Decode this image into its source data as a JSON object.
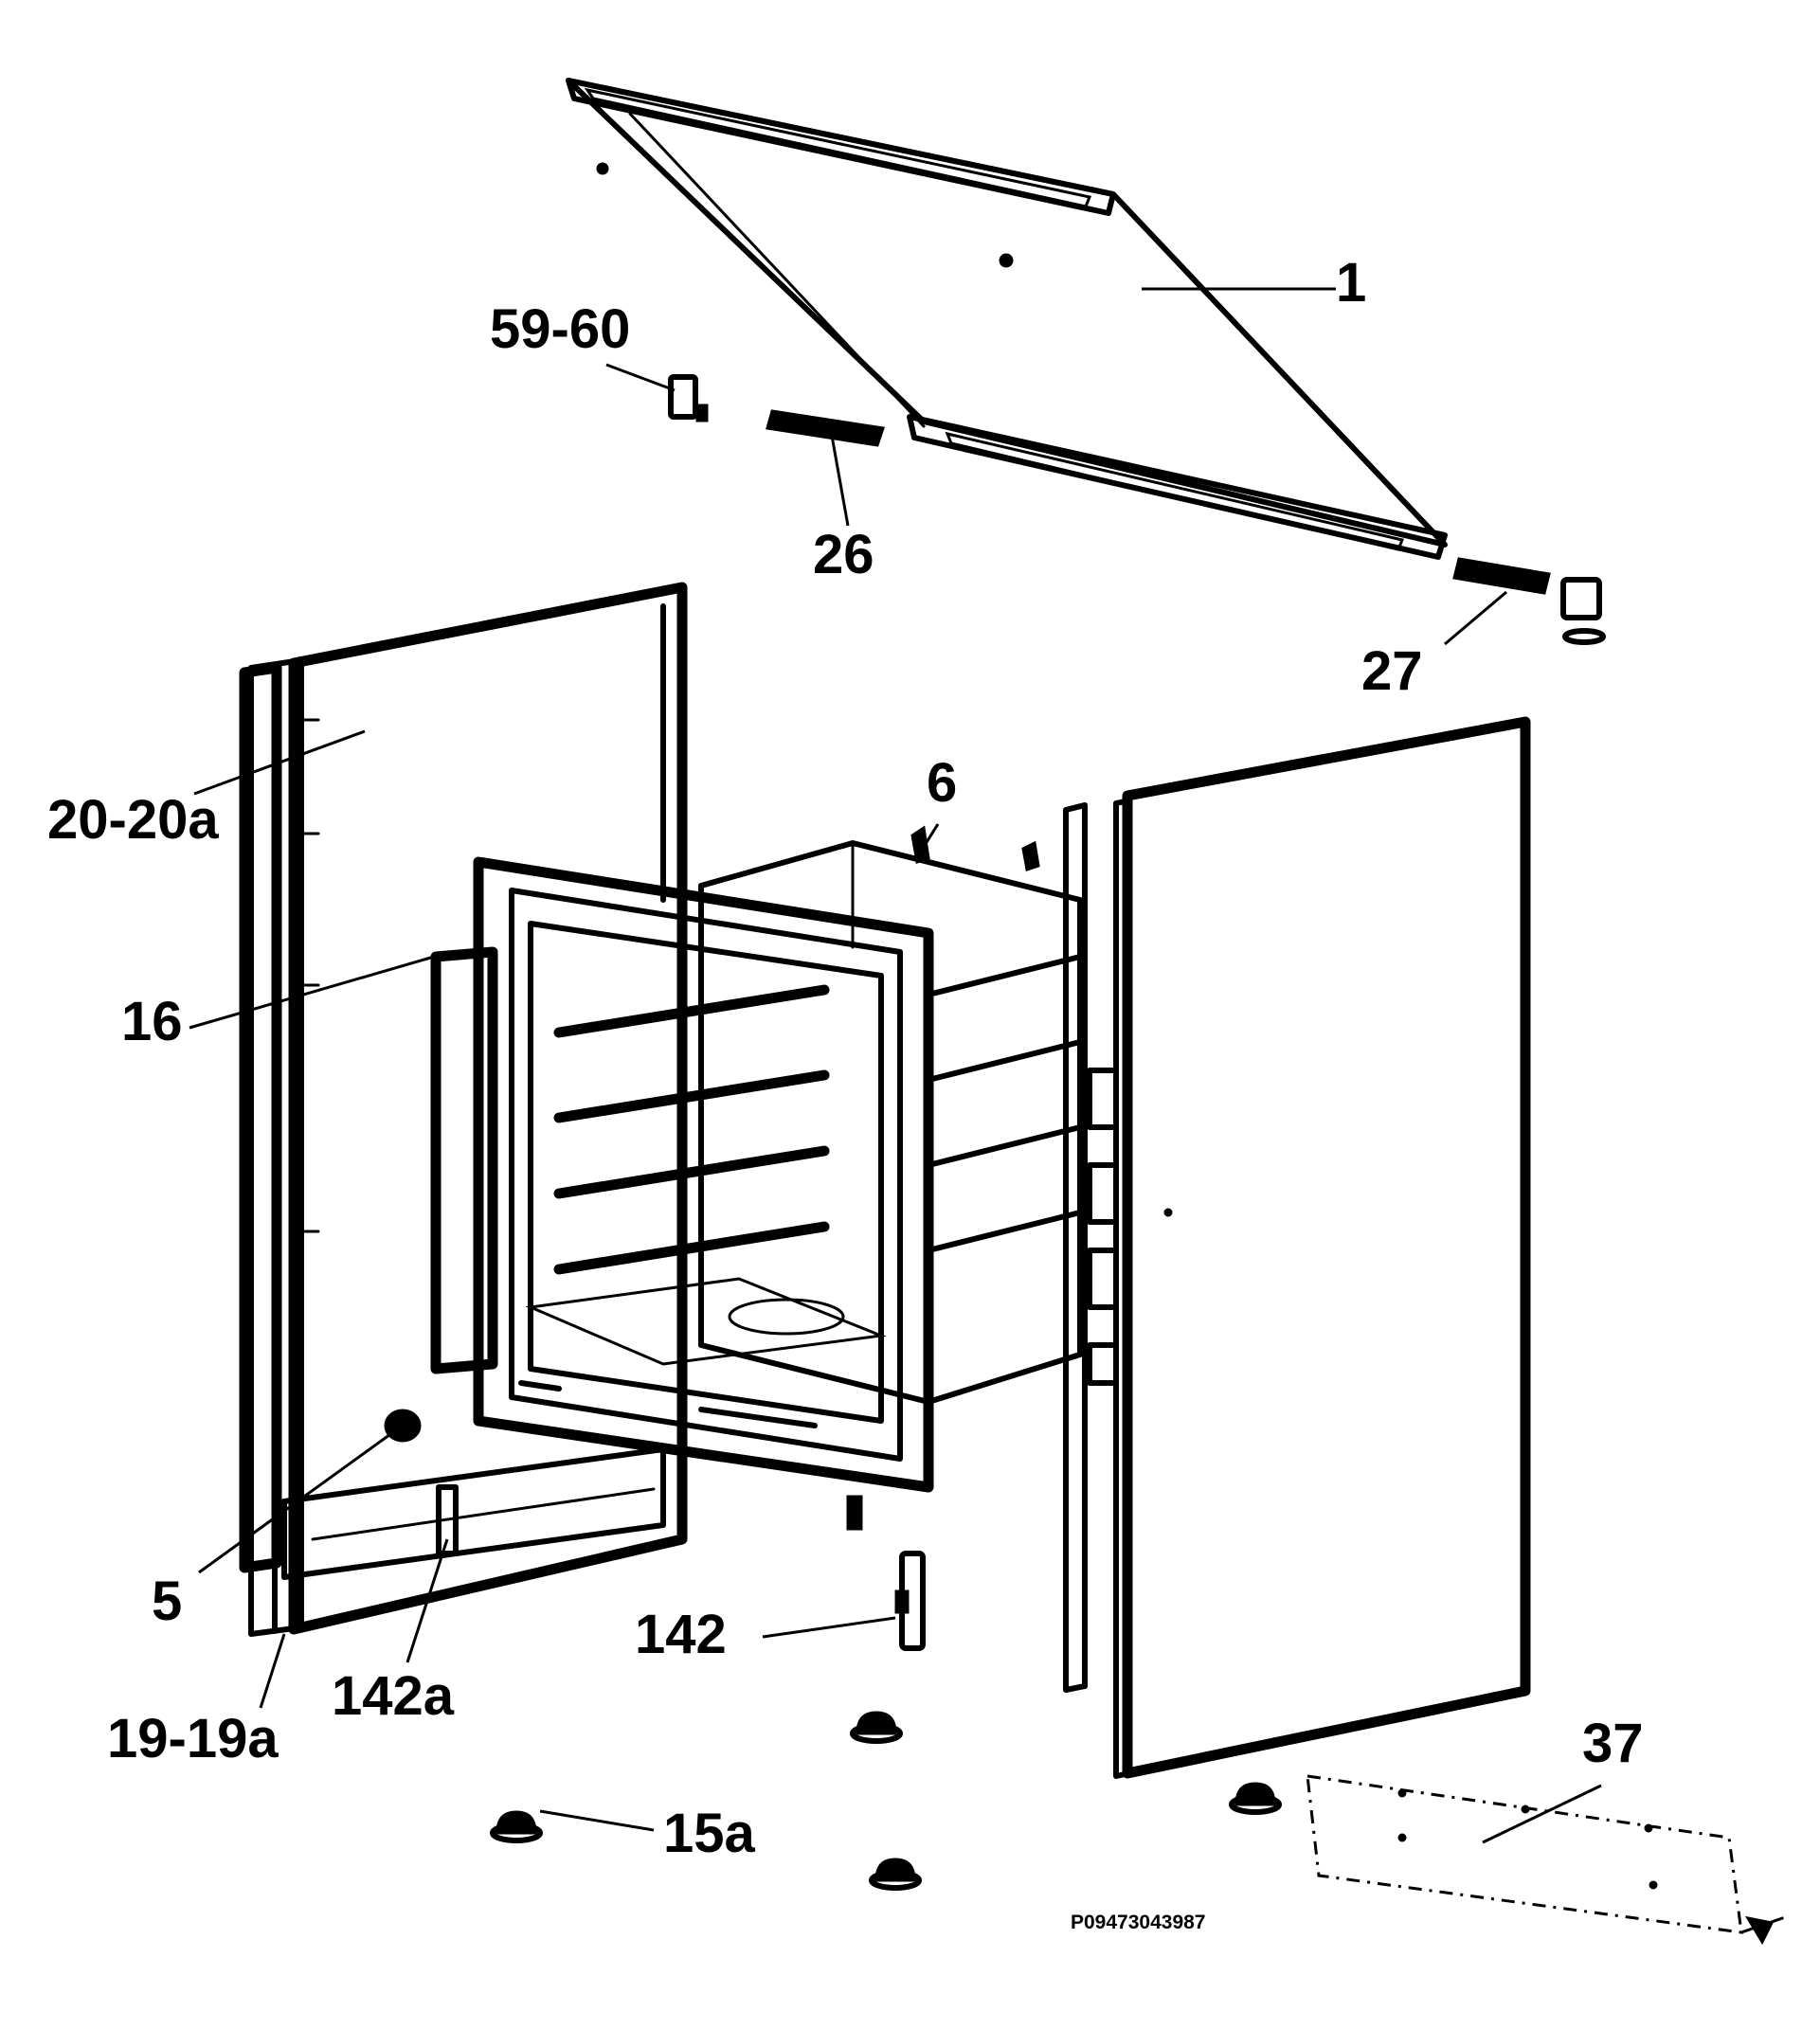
{
  "labels": {
    "p1": "1",
    "p59_60": "59-60",
    "p26": "26",
    "p27": "27",
    "p20_20a": "20-20a",
    "p6": "6",
    "p16": "16",
    "p5": "5",
    "p142": "142",
    "p142a": "142a",
    "p19_19a": "19-19a",
    "p37": "37",
    "p15a": "15a"
  },
  "drawing_code": "P09473043987"
}
